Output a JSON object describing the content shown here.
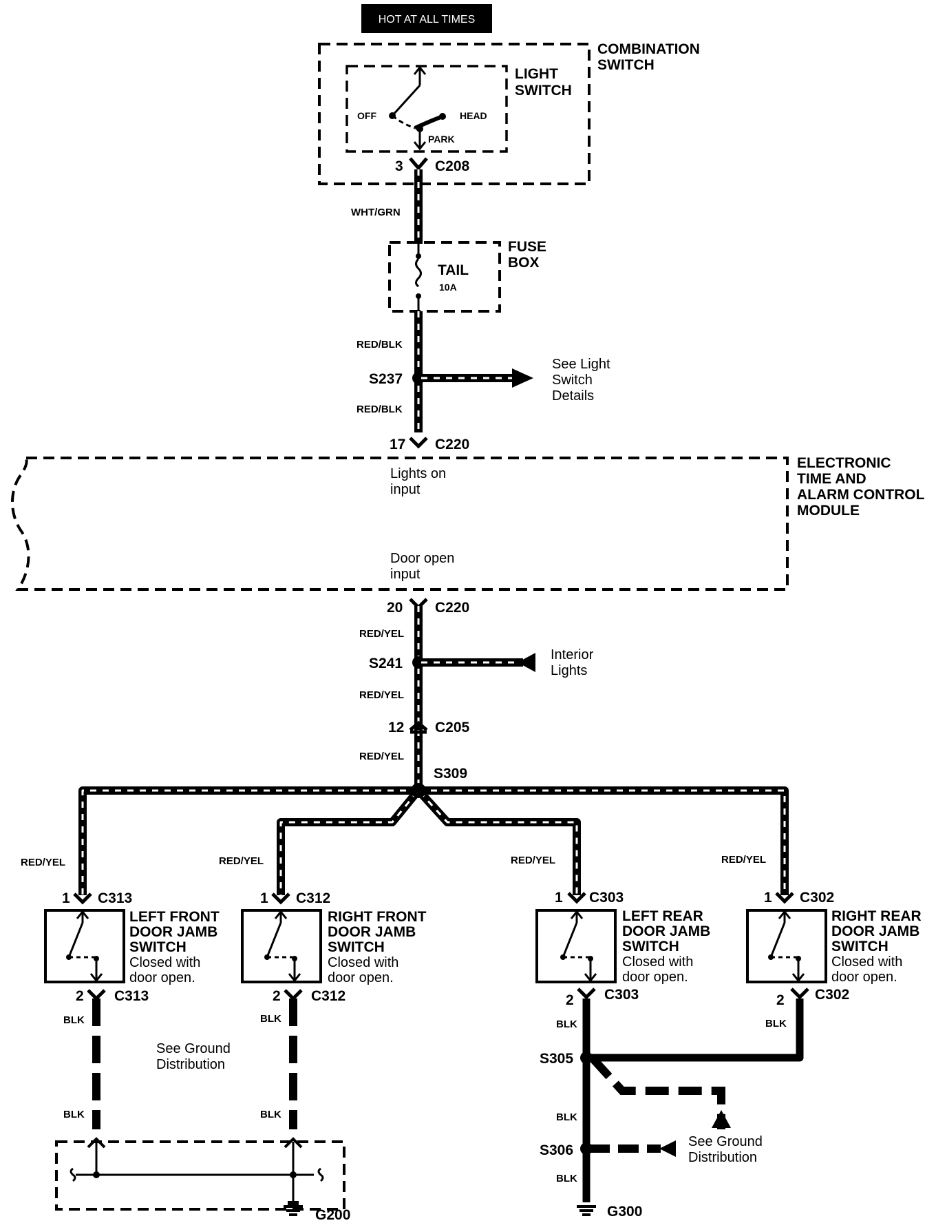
{
  "header": {
    "hot_label": "HOT AT ALL TIMES"
  },
  "combination_switch": {
    "title_line1": "COMBINATION",
    "title_line2": "SWITCH",
    "light_switch_line1": "LIGHT",
    "light_switch_line2": "SWITCH",
    "pos_off": "OFF",
    "pos_head": "HEAD",
    "pos_park": "PARK",
    "pin": "3",
    "connector": "C208"
  },
  "wires": {
    "wht_grn": "WHT/GRN",
    "red_blk_1": "RED/BLK",
    "red_blk_2": "RED/BLK",
    "red_yel_1": "RED/YEL",
    "red_yel_2": "RED/YEL",
    "red_yel_3": "RED/YEL",
    "red_yel_lf": "RED/YEL",
    "red_yel_rf": "RED/YEL",
    "red_yel_lr": "RED/YEL",
    "red_yel_rr": "RED/YEL",
    "blk_lf_1": "BLK",
    "blk_lf_2": "BLK",
    "blk_rf_1": "BLK",
    "blk_rf_2": "BLK",
    "blk_lr": "BLK",
    "blk_rr": "BLK",
    "blk_s305": "BLK",
    "blk_s306": "BLK"
  },
  "fuse_box": {
    "title_line1": "FUSE",
    "title_line2": "BOX",
    "fuse_name": "TAIL",
    "fuse_rating": "10A"
  },
  "splices": {
    "s237": "S237",
    "s241": "S241",
    "s309": "S309",
    "s305": "S305",
    "s306": "S306"
  },
  "references": {
    "light_switch_details_1": "See Light",
    "light_switch_details_2": "Switch",
    "light_switch_details_3": "Details",
    "interior_lights_1": "Interior",
    "interior_lights_2": "Lights",
    "ground_dist_left_1": "See Ground",
    "ground_dist_left_2": "Distribution",
    "ground_dist_right_1": "See Ground",
    "ground_dist_right_2": "Distribution"
  },
  "module": {
    "title_line1": "ELECTRONIC",
    "title_line2": "TIME AND",
    "title_line3": "ALARM CONTROL",
    "title_line4": "MODULE",
    "input1_line1": "Lights on",
    "input1_line2": "input",
    "input2_line1": "Door open",
    "input2_line2": "input",
    "pin_top": "17",
    "conn_top": "C220",
    "pin_bottom": "20",
    "conn_bottom": "C220"
  },
  "c205": {
    "pin": "12",
    "connector": "C205"
  },
  "switches": [
    {
      "line1": "LEFT FRONT",
      "line2": "DOOR JAMB",
      "line3": "SWITCH",
      "note1": "Closed with",
      "note2": "door open.",
      "pin_top": "1",
      "conn_top": "C313",
      "pin_bottom": "2",
      "conn_bottom": "C313"
    },
    {
      "line1": "RIGHT FRONT",
      "line2": "DOOR JAMB",
      "line3": "SWITCH",
      "note1": "Closed with",
      "note2": "door open.",
      "pin_top": "1",
      "conn_top": "C312",
      "pin_bottom": "2",
      "conn_bottom": "C312"
    },
    {
      "line1": "LEFT REAR",
      "line2": "DOOR JAMB",
      "line3": "SWITCH",
      "note1": "Closed with",
      "note2": "door open.",
      "pin_top": "1",
      "conn_top": "C303",
      "pin_bottom": "2",
      "conn_bottom": "C303"
    },
    {
      "line1": "RIGHT REAR",
      "line2": "DOOR JAMB",
      "line3": "SWITCH",
      "note1": "Closed with",
      "note2": "door open.",
      "pin_top": "1",
      "conn_top": "C302",
      "pin_bottom": "2",
      "conn_bottom": "C302"
    }
  ],
  "grounds": {
    "g200": "G200",
    "g300": "G300"
  }
}
